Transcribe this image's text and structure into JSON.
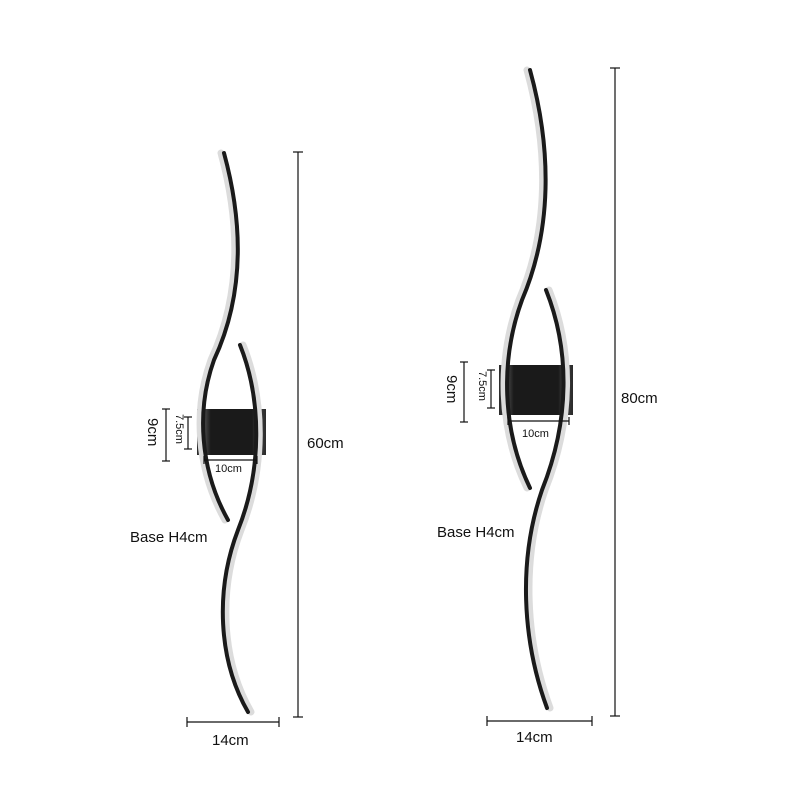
{
  "lamps": [
    {
      "id": "lamp-60",
      "height_label": "60cm",
      "width_label": "14cm",
      "base_width_label": "10cm",
      "base_outer_height_label": "9cm",
      "base_inner_height_label": "7.5cm",
      "base_depth_label": "Base H4cm"
    },
    {
      "id": "lamp-80",
      "height_label": "80cm",
      "width_label": "14cm",
      "base_width_label": "10cm",
      "base_outer_height_label": "9cm",
      "base_inner_height_label": "7.5cm",
      "base_depth_label": "Base H4cm"
    }
  ],
  "colors": {
    "background": "#ffffff",
    "lamp_body": "#1a1a1a",
    "glow": "#d8d8d8",
    "dimension_lines": "#111111"
  }
}
